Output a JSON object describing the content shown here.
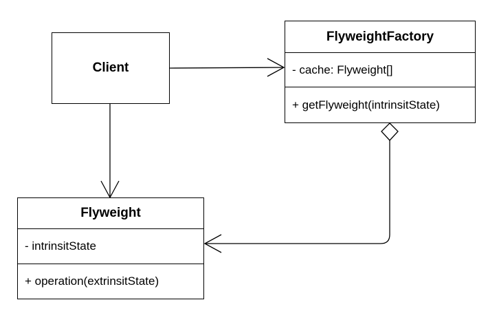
{
  "classes": {
    "client": {
      "name": "Client"
    },
    "factory": {
      "name": "FlyweightFactory",
      "attributes": [
        "- cache: Flyweight[]"
      ],
      "operations": [
        "+ getFlyweight(intrinsitState)"
      ]
    },
    "flyweight": {
      "name": "Flyweight",
      "attributes": [
        "- intrinsitState"
      ],
      "operations": [
        "+ operation(extrinsitState)"
      ]
    }
  },
  "relations": [
    {
      "from": "Client",
      "to": "FlyweightFactory",
      "type": "association"
    },
    {
      "from": "Client",
      "to": "Flyweight",
      "type": "association"
    },
    {
      "from": "FlyweightFactory",
      "to": "Flyweight",
      "type": "aggregation"
    }
  ]
}
